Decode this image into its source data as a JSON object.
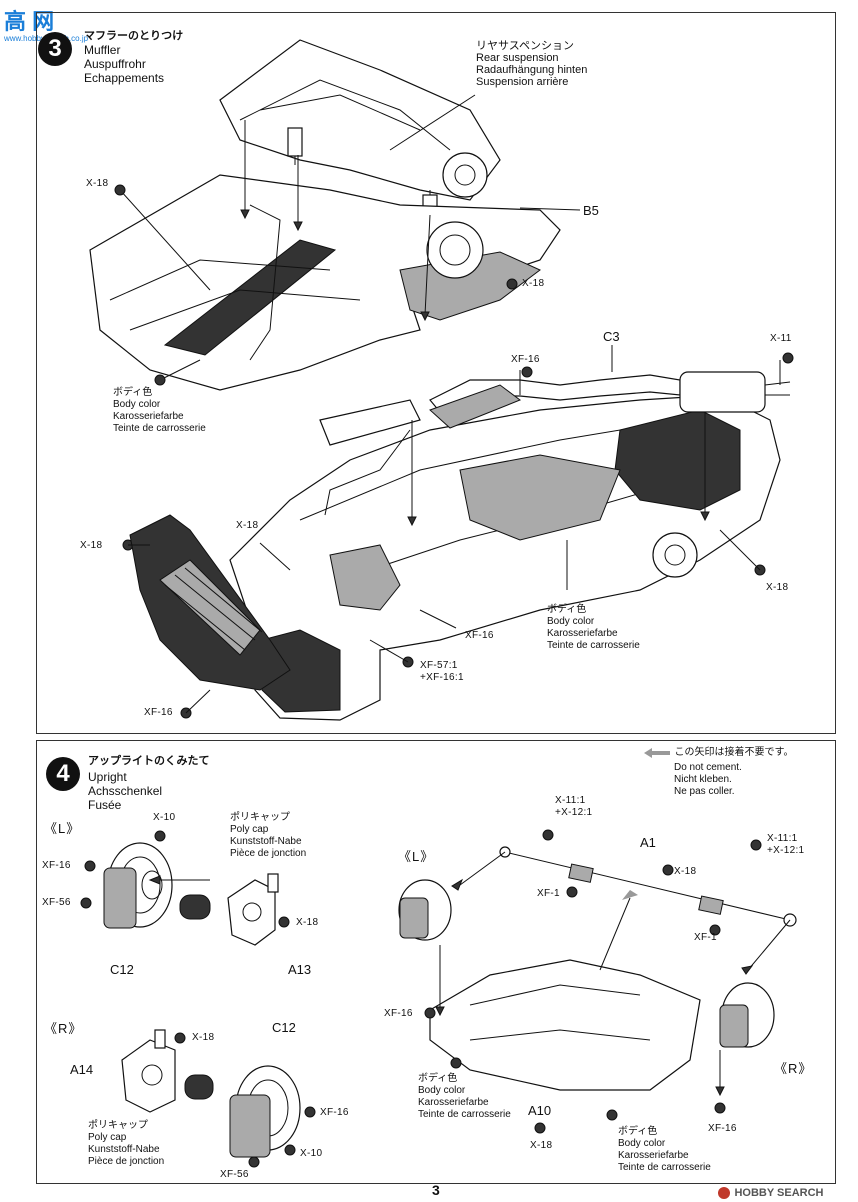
{
  "watermark_top": "高 网",
  "watermark_url": "www.hobbysearch.co.jp",
  "step3": {
    "number": "3",
    "title_jp": "マフラーのとりつけ",
    "title_lines": [
      "Muffler",
      "Auspuffrohr",
      "Echappements"
    ],
    "rear_suspension": [
      "リヤサスペンション",
      "Rear suspension",
      "Radaufhängung hinten",
      "Suspension arrière"
    ],
    "part_b5": "B5",
    "part_c3": "C3",
    "screw_x18": "X-18",
    "screw_x11": "X-11",
    "screw_xf16": "XF-16",
    "body_color": [
      "ボディ色",
      "Body color",
      "Karosseriefarbe",
      "Teinte de carrosserie"
    ],
    "xf57_line1": "XF-57:1",
    "xf57_line2": "+XF-16:1"
  },
  "step4": {
    "number": "4",
    "title_jp": "アップライトのくみたて",
    "title_lines": [
      "Upright",
      "Achsschenkel",
      "Fusée"
    ],
    "no_cement": [
      "この矢印は接着不要です。",
      "Do not cement.",
      "Nicht kleben.",
      "Ne pas coller."
    ],
    "left": "《L》",
    "right": "《R》",
    "poly_cap": [
      "ポリキャップ",
      "Poly cap",
      "Kunststoff-Nabe",
      "Pièce de jonction"
    ],
    "x10": "X-10",
    "x18": "X-18",
    "xf16": "XF-16",
    "xf56": "XF-56",
    "xf1": "XF-1",
    "c12": "C12",
    "a13": "A13",
    "a14": "A14",
    "a1": "A1",
    "a10": "A10",
    "mix_a_line1": "X-11:1",
    "mix_a_line2": "+X-12:1",
    "mix_b_line1": "X-11:1",
    "mix_b_line2": "+X-12:1",
    "body_color": [
      "ボディ色",
      "Body color",
      "Karosseriefarbe",
      "Teinte de carrosserie"
    ]
  },
  "page_number": "3",
  "footer_logo": "HOBBY SEARCH"
}
